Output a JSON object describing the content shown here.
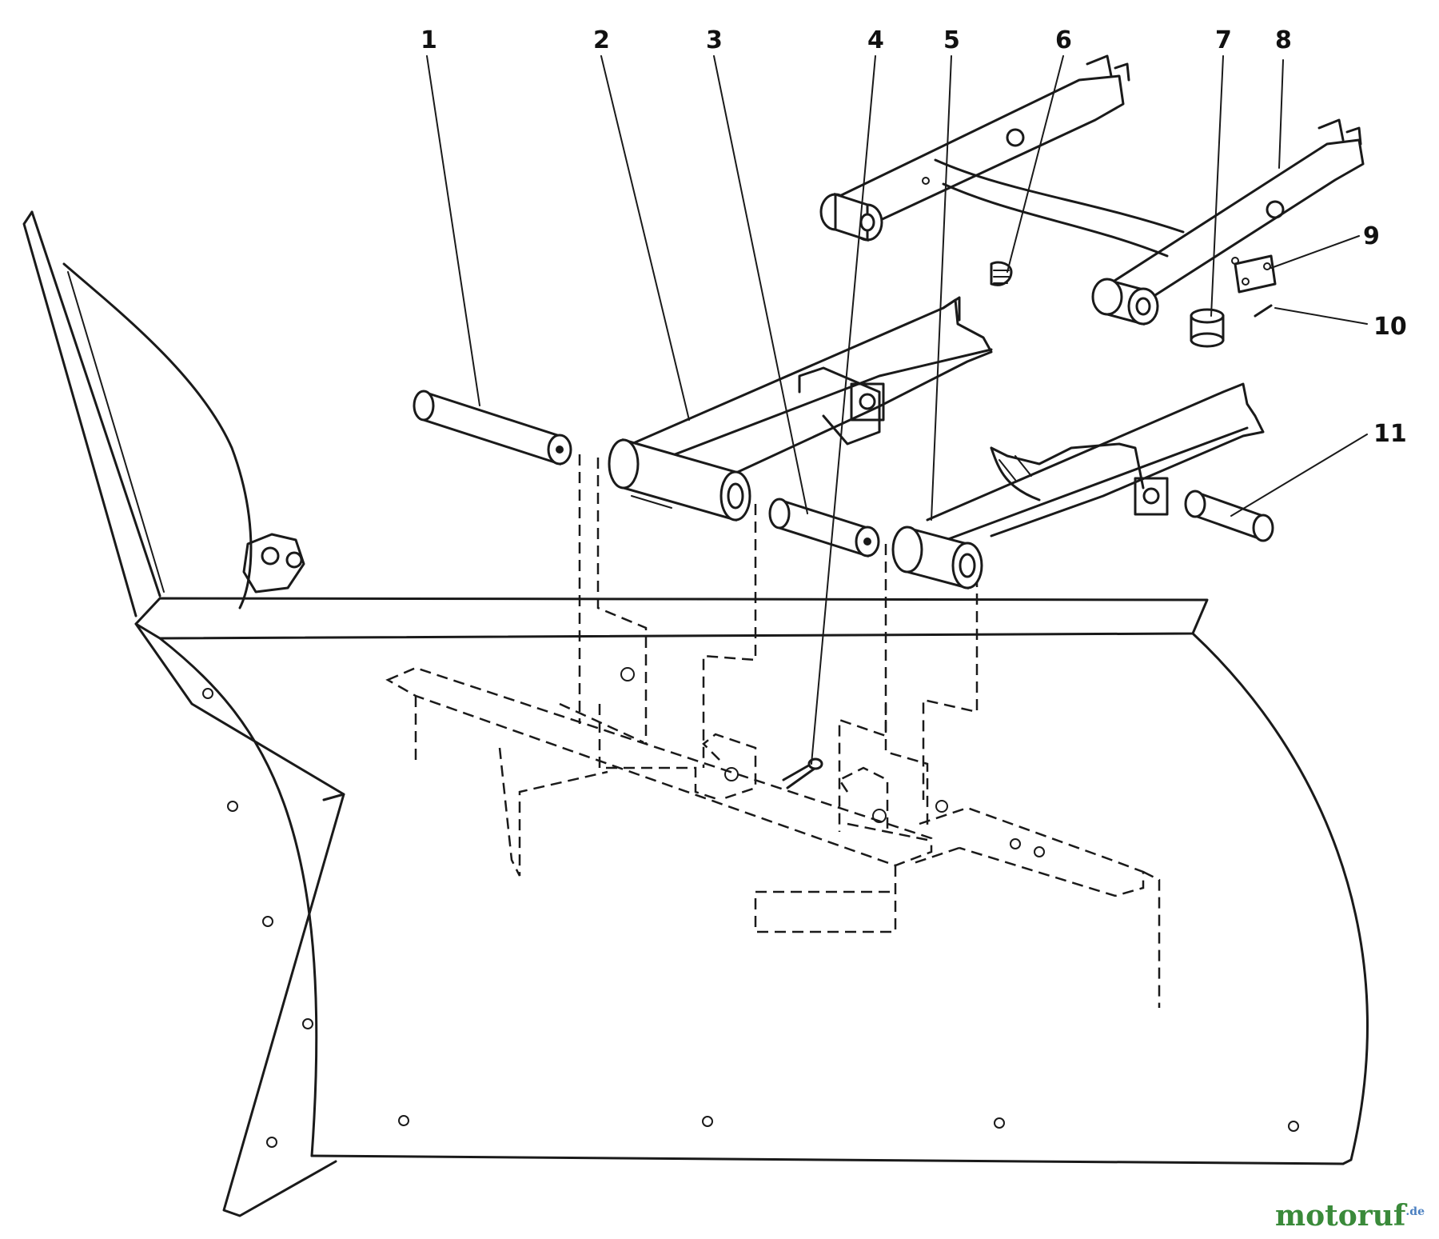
{
  "diagram": {
    "callouts": [
      {
        "number": "1"
      },
      {
        "number": "2"
      },
      {
        "number": "3"
      },
      {
        "number": "4"
      },
      {
        "number": "5"
      },
      {
        "number": "6"
      },
      {
        "number": "7"
      },
      {
        "number": "8"
      },
      {
        "number": "9"
      },
      {
        "number": "10"
      },
      {
        "number": "11"
      }
    ]
  },
  "watermark": {
    "text": "motoruf",
    "suffix": ".de"
  }
}
